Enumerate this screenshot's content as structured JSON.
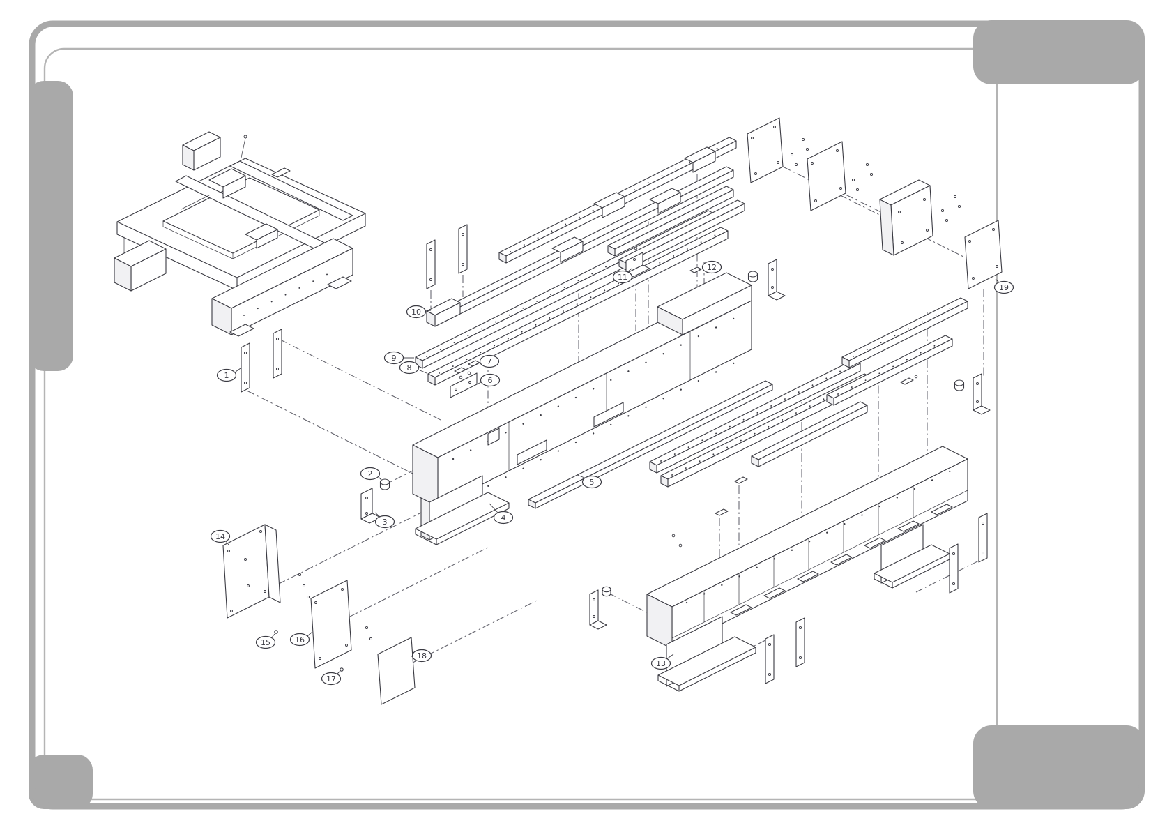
{
  "page": {
    "background": "#ffffff",
    "frame_color": "#a9a9a9",
    "inner_frame_color": "#b4b4b4",
    "line_color": "#3a3a42",
    "dash_line_color": "#5a5a64",
    "balloon_fill": "#ffffff"
  },
  "figure": {
    "callouts": [
      {
        "label": "1"
      },
      {
        "label": "2"
      },
      {
        "label": "3"
      },
      {
        "label": "4"
      },
      {
        "label": "5"
      },
      {
        "label": "6"
      },
      {
        "label": "7"
      },
      {
        "label": "8"
      },
      {
        "label": "9"
      },
      {
        "label": "10"
      },
      {
        "label": "11"
      },
      {
        "label": "12"
      },
      {
        "label": "13"
      },
      {
        "label": "14"
      },
      {
        "label": "15"
      },
      {
        "label": "16"
      },
      {
        "label": "17"
      },
      {
        "label": "18"
      },
      {
        "label": "19"
      }
    ]
  }
}
